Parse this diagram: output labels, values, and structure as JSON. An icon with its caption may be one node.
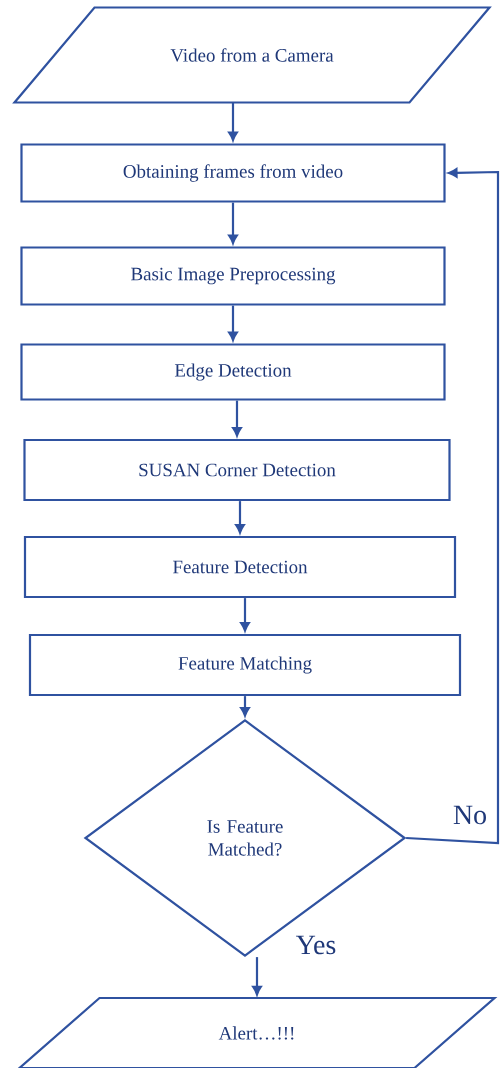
{
  "diagram": {
    "nodes": [
      {
        "text": [
          "Video from a Camera"
        ]
      },
      {
        "text": [
          "Obtaining frames from video"
        ]
      },
      {
        "text": [
          "Basic Image Preprocessing"
        ]
      },
      {
        "text": [
          "Edge Detection"
        ]
      },
      {
        "text": [
          "SUSAN Corner Detection"
        ]
      },
      {
        "text": [
          "Feature Detection"
        ]
      },
      {
        "text": [
          "Feature Matching"
        ]
      },
      {
        "text": [
          "Is Feature Matched?"
        ]
      },
      {
        "text": [
          "Alert…!!!"
        ]
      }
    ],
    "edges": [
      {
        "from": 0,
        "to": 1,
        "arrow": "to"
      },
      {
        "from": 1,
        "to": 2,
        "arrow": "to"
      },
      {
        "from": 2,
        "to": 3,
        "arrow": "to"
      },
      {
        "from": 3,
        "to": 4,
        "arrow": "to"
      },
      {
        "from": 4,
        "to": 5,
        "arrow": "to"
      },
      {
        "from": 5,
        "to": 6,
        "arrow": "to"
      },
      {
        "from": 6,
        "to": 7,
        "arrow": "to"
      },
      {
        "from": 7,
        "to": 8,
        "arrow": "to",
        "label": "Yes"
      },
      {
        "from": 7,
        "to": 1,
        "arrow": "to",
        "label": "No"
      }
    ]
  }
}
